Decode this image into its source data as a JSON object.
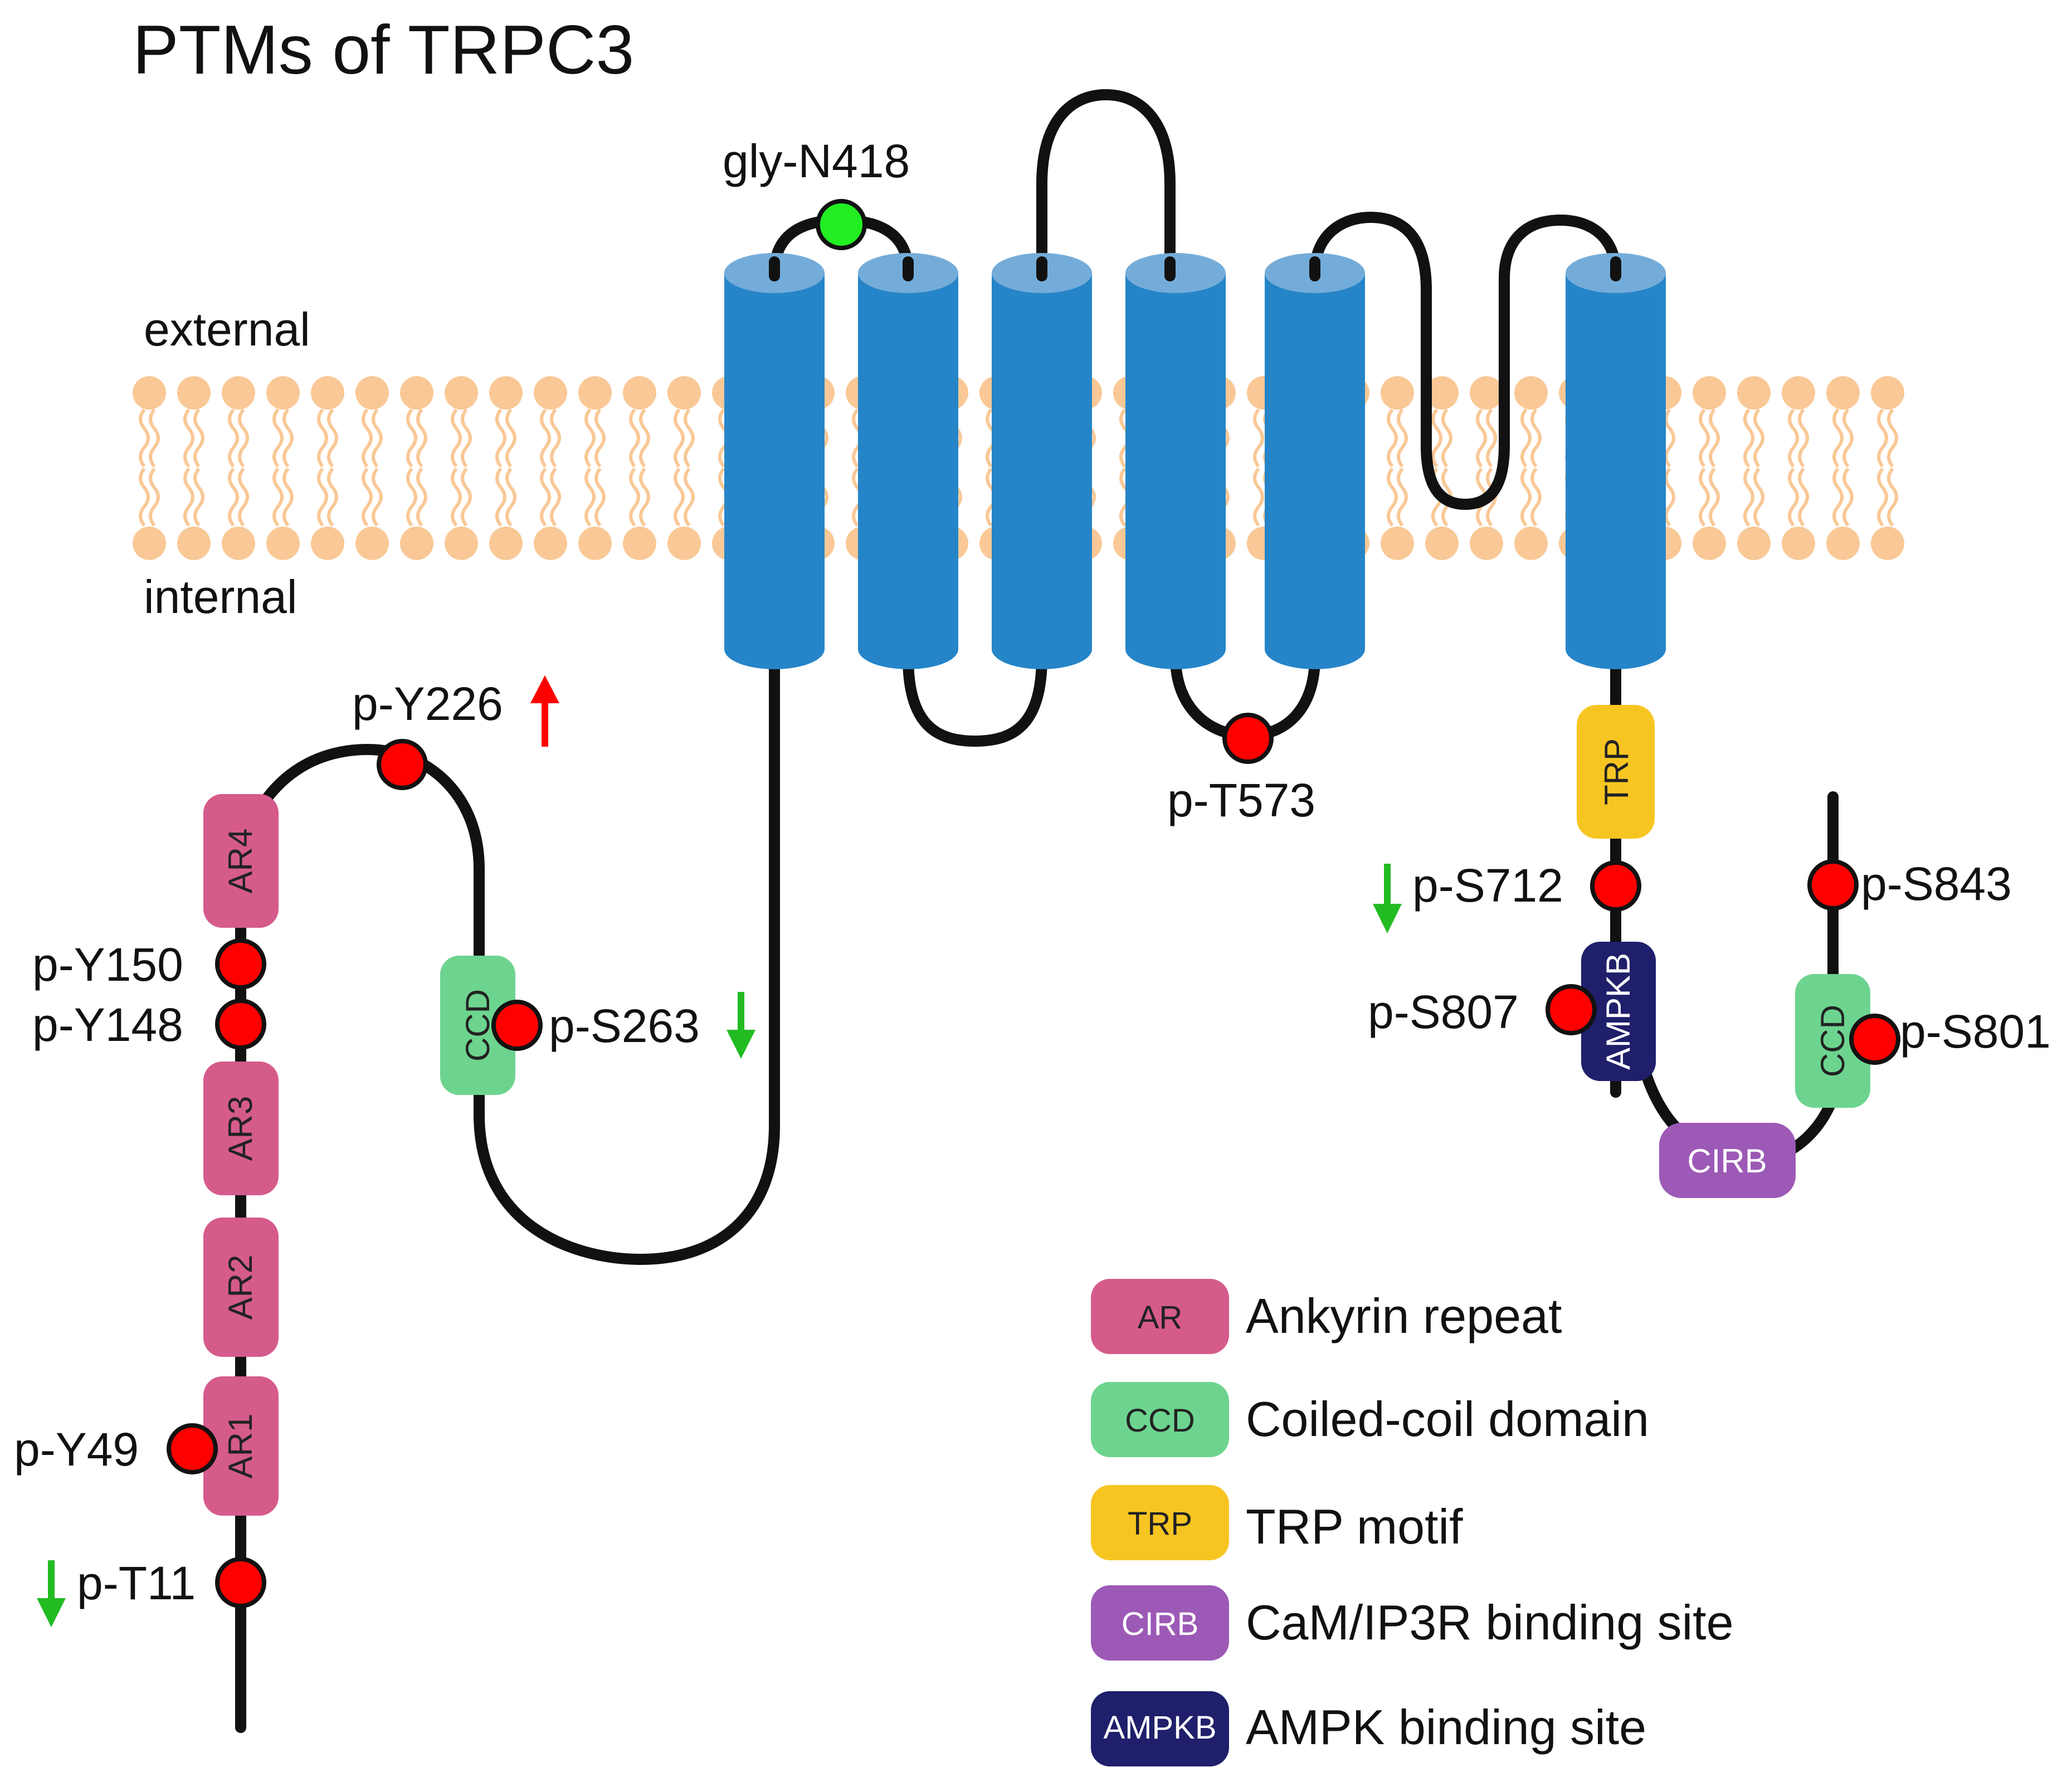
{
  "title": "PTMs of TRPC3",
  "membrane": {
    "external_label": "external",
    "internal_label": "internal"
  },
  "domains": {
    "ar4": "AR4",
    "ar3": "AR3",
    "ar2": "AR2",
    "ar1": "AR1",
    "ccd_n": "CCD",
    "trp": "TRP",
    "ampkb": "AMPKB",
    "ccd_c": "CCD",
    "cirb": "CIRB"
  },
  "sites": {
    "gly_n418": "gly-N418",
    "p_y226": "p-Y226",
    "p_y150": "p-Y150",
    "p_y148": "p-Y148",
    "p_s263": "p-S263",
    "p_y49": "p-Y49",
    "p_t11": "p-T11",
    "p_t573": "p-T573",
    "p_s712": "p-S712",
    "p_s807": "p-S807",
    "p_s843": "p-S843",
    "p_s801": "p-S801"
  },
  "legend": [
    {
      "abbr": "AR",
      "label": "Ankyrin repeat",
      "color": "#d55b8b"
    },
    {
      "abbr": "CCD",
      "label": "Coiled-coil domain",
      "color": "#6dd48f"
    },
    {
      "abbr": "TRP",
      "label": "TRP motif",
      "color": "#f7c522"
    },
    {
      "abbr": "CIRB",
      "label": "CaM/IP3R binding site",
      "color": "#9c59b6"
    },
    {
      "abbr": "AMPKB",
      "label": "AMPK binding site",
      "color": "#1f1f6b"
    }
  ],
  "colors": {
    "helix": "#2585c8",
    "helix_top": "#74acd9",
    "lipid": "#f9c896",
    "phospho_site": "#ff0000",
    "glyco_site": "#22ee22",
    "arrow_up": "#ff0000",
    "arrow_down": "#22bb22"
  }
}
